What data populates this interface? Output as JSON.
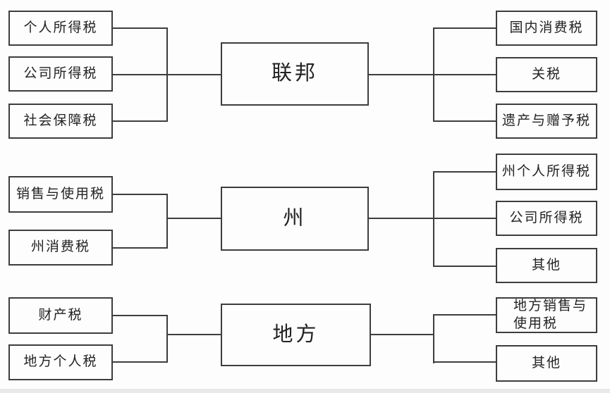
{
  "diagram": {
    "title": "US tax structure diagram (federal / state / local)",
    "federal": {
      "label": "联邦",
      "left": [
        "个人所得税",
        "公司所得税",
        "社会保障税"
      ],
      "right": [
        "国内消费税",
        "关税",
        "遗产与赠予税"
      ]
    },
    "state": {
      "label": "州",
      "left": [
        "销售与使用税",
        "州消费税"
      ],
      "right": [
        "州个人所得税",
        "公司所得税",
        "其他"
      ]
    },
    "local": {
      "label": "地方",
      "left": [
        "财产税",
        "地方个人税"
      ],
      "right": [
        "地方销售与\n使用税",
        "其他"
      ]
    }
  },
  "colors": {
    "bg": "#fdfdfd",
    "line": "#3d3d3d",
    "text": "#222222",
    "edge": "#dcdcdc"
  }
}
